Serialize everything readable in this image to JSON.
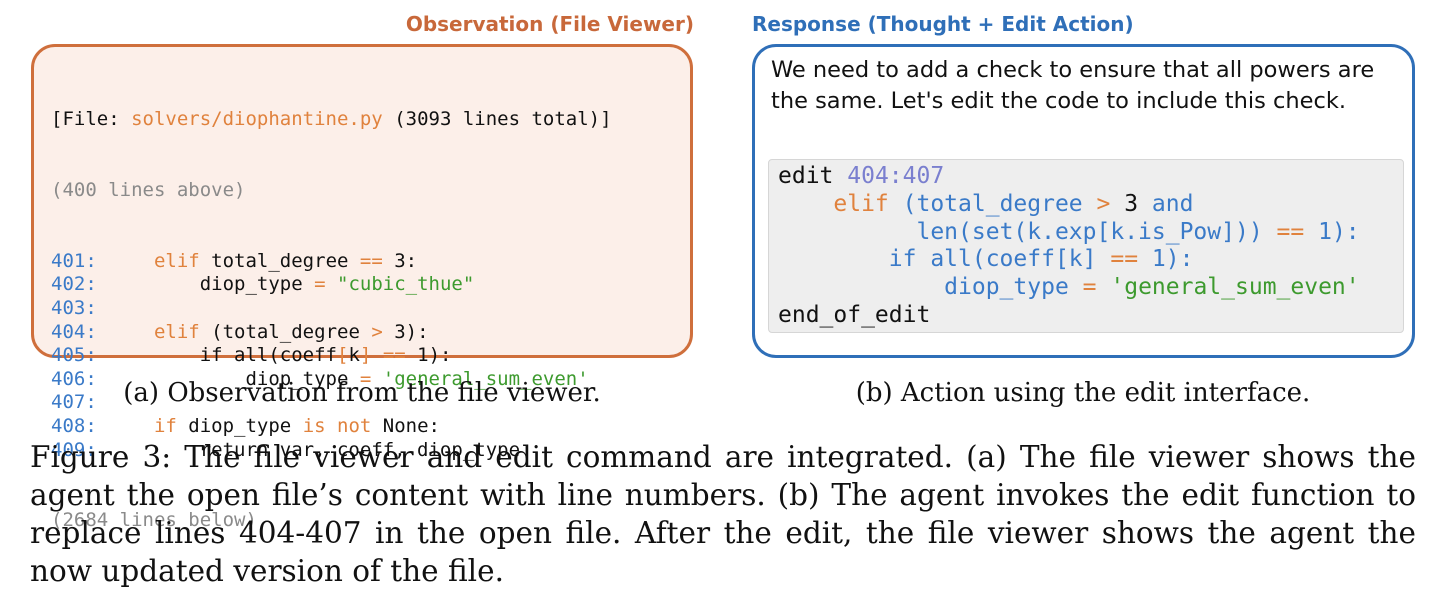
{
  "observation": {
    "title": "Observation (File Viewer)",
    "header_prefix": "[File: ",
    "file_path": "solvers/diophantine.py",
    "header_suffix": " (3093 lines total)]",
    "lines_above": "(400 lines above)",
    "lines": [
      {
        "num": "401:",
        "indent": "    ",
        "parts": [
          {
            "t": "elif",
            "c": "kw"
          },
          {
            "t": " total_degree "
          },
          {
            "t": "==",
            "c": "kw"
          },
          {
            "t": " 3:"
          }
        ]
      },
      {
        "num": "402:",
        "indent": "        ",
        "parts": [
          {
            "t": "diop_type "
          },
          {
            "t": "=",
            "c": "kw"
          },
          {
            "t": " "
          },
          {
            "t": "\"cubic_thue\"",
            "c": "str"
          }
        ]
      },
      {
        "num": "403:",
        "indent": "",
        "parts": []
      },
      {
        "num": "404:",
        "indent": "    ",
        "parts": [
          {
            "t": "elif",
            "c": "kw"
          },
          {
            "t": " (total_degree "
          },
          {
            "t": ">",
            "c": "kw"
          },
          {
            "t": " 3):"
          }
        ]
      },
      {
        "num": "405:",
        "indent": "        ",
        "parts": [
          {
            "t": "if all(coeff"
          },
          {
            "t": "[",
            "c": "kw"
          },
          {
            "t": "k"
          },
          {
            "t": "]",
            "c": "kw"
          },
          {
            "t": " "
          },
          {
            "t": "==",
            "c": "kw"
          },
          {
            "t": " 1):"
          }
        ]
      },
      {
        "num": "406:",
        "indent": "            ",
        "parts": [
          {
            "t": "diop_type "
          },
          {
            "t": "=",
            "c": "kw"
          },
          {
            "t": " "
          },
          {
            "t": "'general_sum_even'",
            "c": "str"
          }
        ]
      },
      {
        "num": "407:",
        "indent": "",
        "parts": []
      },
      {
        "num": "408:",
        "indent": "    ",
        "parts": [
          {
            "t": "if",
            "c": "kw"
          },
          {
            "t": " diop_type "
          },
          {
            "t": "is not",
            "c": "kw"
          },
          {
            "t": " None:"
          }
        ]
      },
      {
        "num": "409:",
        "indent": "        ",
        "parts": [
          {
            "t": "return var, coeff, diop_type"
          }
        ]
      }
    ],
    "lines_below": "(2684 lines below)",
    "caption": "(a) Observation from the file viewer."
  },
  "response": {
    "title": "Response (Thought + Edit Action)",
    "thought": "We need to add a check to ensure that all powers are the same. Let's edit the code to include this check.",
    "edit_lines": [
      [
        {
          "t": "edit "
        },
        {
          "t": "404:407",
          "c": "ed-num"
        }
      ],
      [
        {
          "t": "    "
        },
        {
          "t": "elif",
          "c": "kw"
        },
        {
          "t": " "
        },
        {
          "t": "(total_degree",
          "c": "fn"
        },
        {
          "t": " "
        },
        {
          "t": ">",
          "c": "kw"
        },
        {
          "t": " 3 "
        },
        {
          "t": "and",
          "c": "fn"
        }
      ],
      [
        {
          "t": "          "
        },
        {
          "t": "len(set(k.exp[k.is_Pow]))",
          "c": "fn"
        },
        {
          "t": " "
        },
        {
          "t": "==",
          "c": "kw"
        },
        {
          "t": " "
        },
        {
          "t": "1):",
          "c": "fn"
        }
      ],
      [
        {
          "t": "        "
        },
        {
          "t": "if all(coeff[k]",
          "c": "fn"
        },
        {
          "t": " "
        },
        {
          "t": "==",
          "c": "kw"
        },
        {
          "t": " "
        },
        {
          "t": "1):",
          "c": "fn"
        }
      ],
      [
        {
          "t": "            "
        },
        {
          "t": "diop_type",
          "c": "fn"
        },
        {
          "t": " "
        },
        {
          "t": "=",
          "c": "kw"
        },
        {
          "t": " "
        },
        {
          "t": "'general_sum_even'",
          "c": "str"
        }
      ],
      [
        {
          "t": "end_of_edit"
        }
      ]
    ],
    "caption": "(b) Action using the edit interface."
  },
  "figure_caption": "Figure 3: The file viewer and edit command are integrated. (a) The file viewer shows the agent the open file’s content with line numbers. (b) The agent invokes the edit function to replace lines 404-407 in the open file. After the edit, the file viewer shows the agent the now updated version of the file.",
  "colors": {
    "observation_border": "#cf6f3c",
    "observation_bg": "#fcefe9",
    "response_border": "#2f6fb8",
    "keyword": "#e0823d",
    "string": "#3d9a2e",
    "line_number": "#3a7ac8"
  }
}
